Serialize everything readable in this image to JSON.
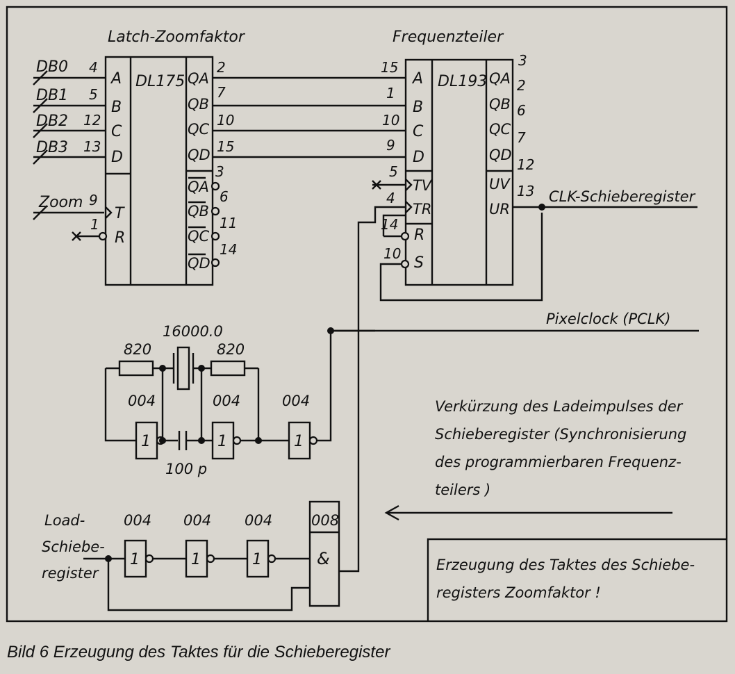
{
  "latch": {
    "title": "Latch-Zoomfaktor",
    "chip": "DL175",
    "in_labels": [
      "A",
      "B",
      "C",
      "D",
      "T",
      "R"
    ],
    "in_signals": [
      "DB0",
      "DB1",
      "DB2",
      "DB3",
      "Zoom"
    ],
    "in_pins": [
      "4",
      "5",
      "12",
      "13",
      "9",
      "1"
    ],
    "out_labels": [
      "QA",
      "QB",
      "QC",
      "QD",
      "QA",
      "QB",
      "QC",
      "QD"
    ],
    "out_pins": [
      "2",
      "7",
      "10",
      "15",
      "3",
      "6",
      "11",
      "14"
    ]
  },
  "counter": {
    "title": "Frequenzteiler",
    "chip": "DL193",
    "in_labels": [
      "A",
      "B",
      "C",
      "D",
      "TV",
      "TR",
      "R",
      "S"
    ],
    "in_pins": [
      "15",
      "1",
      "10",
      "9",
      "5",
      "4",
      "14",
      "10"
    ],
    "out_labels": [
      "QA",
      "QB",
      "QC",
      "QD",
      "UV",
      "UR"
    ],
    "out_pins": [
      "3",
      "2",
      "6",
      "7",
      "12",
      "13"
    ]
  },
  "signals": {
    "clk": "CLK-Schieberegister",
    "pclk": "Pixelclock (PCLK)",
    "load": [
      "Load-",
      "Schiebe-",
      "register"
    ]
  },
  "oscillator": {
    "crystal": "16000.0",
    "r1": "820",
    "r2": "820",
    "cap": "100 p",
    "gates": [
      "004",
      "004",
      "004"
    ],
    "gate_symbol": "1"
  },
  "shortener": {
    "gates": [
      "004",
      "004",
      "004"
    ],
    "gate_symbol": "1",
    "and_chip": "008",
    "and_symbol": "&"
  },
  "notes": {
    "verkuerzung": [
      "Verkürzung des Ladeimpulses der",
      "Schieberegister (Synchronisierung",
      "des programmierbaren Frequenz-",
      "teilers )"
    ],
    "erzeugung": [
      "Erzeugung des Taktes des Schiebe-",
      "registers Zoomfaktor !"
    ]
  },
  "caption": "Bild 6  Erzeugung des Taktes für die Schieberegister"
}
